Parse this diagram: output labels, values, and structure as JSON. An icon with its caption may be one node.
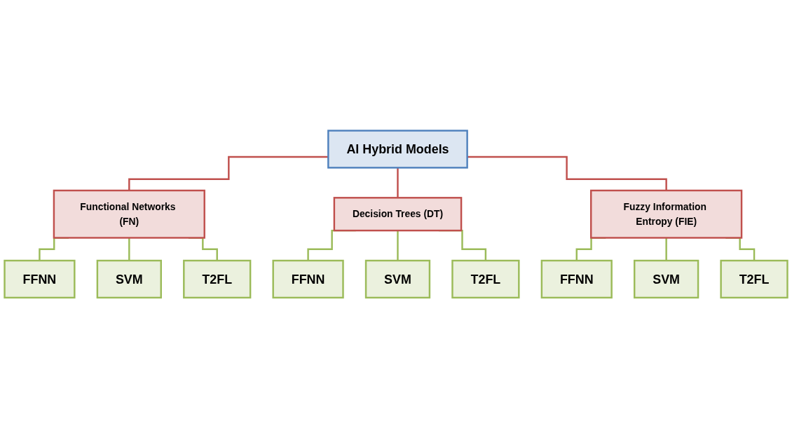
{
  "diagram": {
    "nodes": [
      {
        "text": [
          "AI Hybrid Models"
        ]
      },
      {
        "text": [
          "Functional Networks (FN)"
        ]
      },
      {
        "text": [
          "Decision Trees (DT)"
        ]
      },
      {
        "text": [
          "Fuzzy Information Entropy (FIE)"
        ]
      },
      {
        "text": [
          "FFNN"
        ]
      },
      {
        "text": [
          "SVM"
        ]
      },
      {
        "text": [
          "T2FL"
        ]
      },
      {
        "text": [
          "FFNN"
        ]
      },
      {
        "text": [
          "SVM"
        ]
      },
      {
        "text": [
          "T2FL"
        ]
      },
      {
        "text": [
          "FFNN"
        ]
      },
      {
        "text": [
          "SVM"
        ]
      },
      {
        "text": [
          "T2FL"
        ]
      }
    ],
    "edges": [
      {
        "from": 0,
        "to": 1,
        "arrow": "none",
        "color": "#c0504d"
      },
      {
        "from": 0,
        "to": 2,
        "arrow": "none",
        "color": "#c0504d"
      },
      {
        "from": 0,
        "to": 3,
        "arrow": "none",
        "color": "#c0504d"
      },
      {
        "from": 1,
        "to": 4,
        "arrow": "none"
      },
      {
        "from": 1,
        "to": 5,
        "arrow": "none"
      },
      {
        "from": 1,
        "to": 6,
        "arrow": "none"
      },
      {
        "from": 2,
        "to": 7,
        "arrow": "none"
      },
      {
        "from": 2,
        "to": 8,
        "arrow": "none"
      },
      {
        "from": 2,
        "to": 9,
        "arrow": "none"
      },
      {
        "from": 3,
        "to": 10,
        "arrow": "none"
      },
      {
        "from": 3,
        "to": 11,
        "arrow": "none"
      },
      {
        "from": 3,
        "to": 12,
        "arrow": "none"
      }
    ]
  }
}
